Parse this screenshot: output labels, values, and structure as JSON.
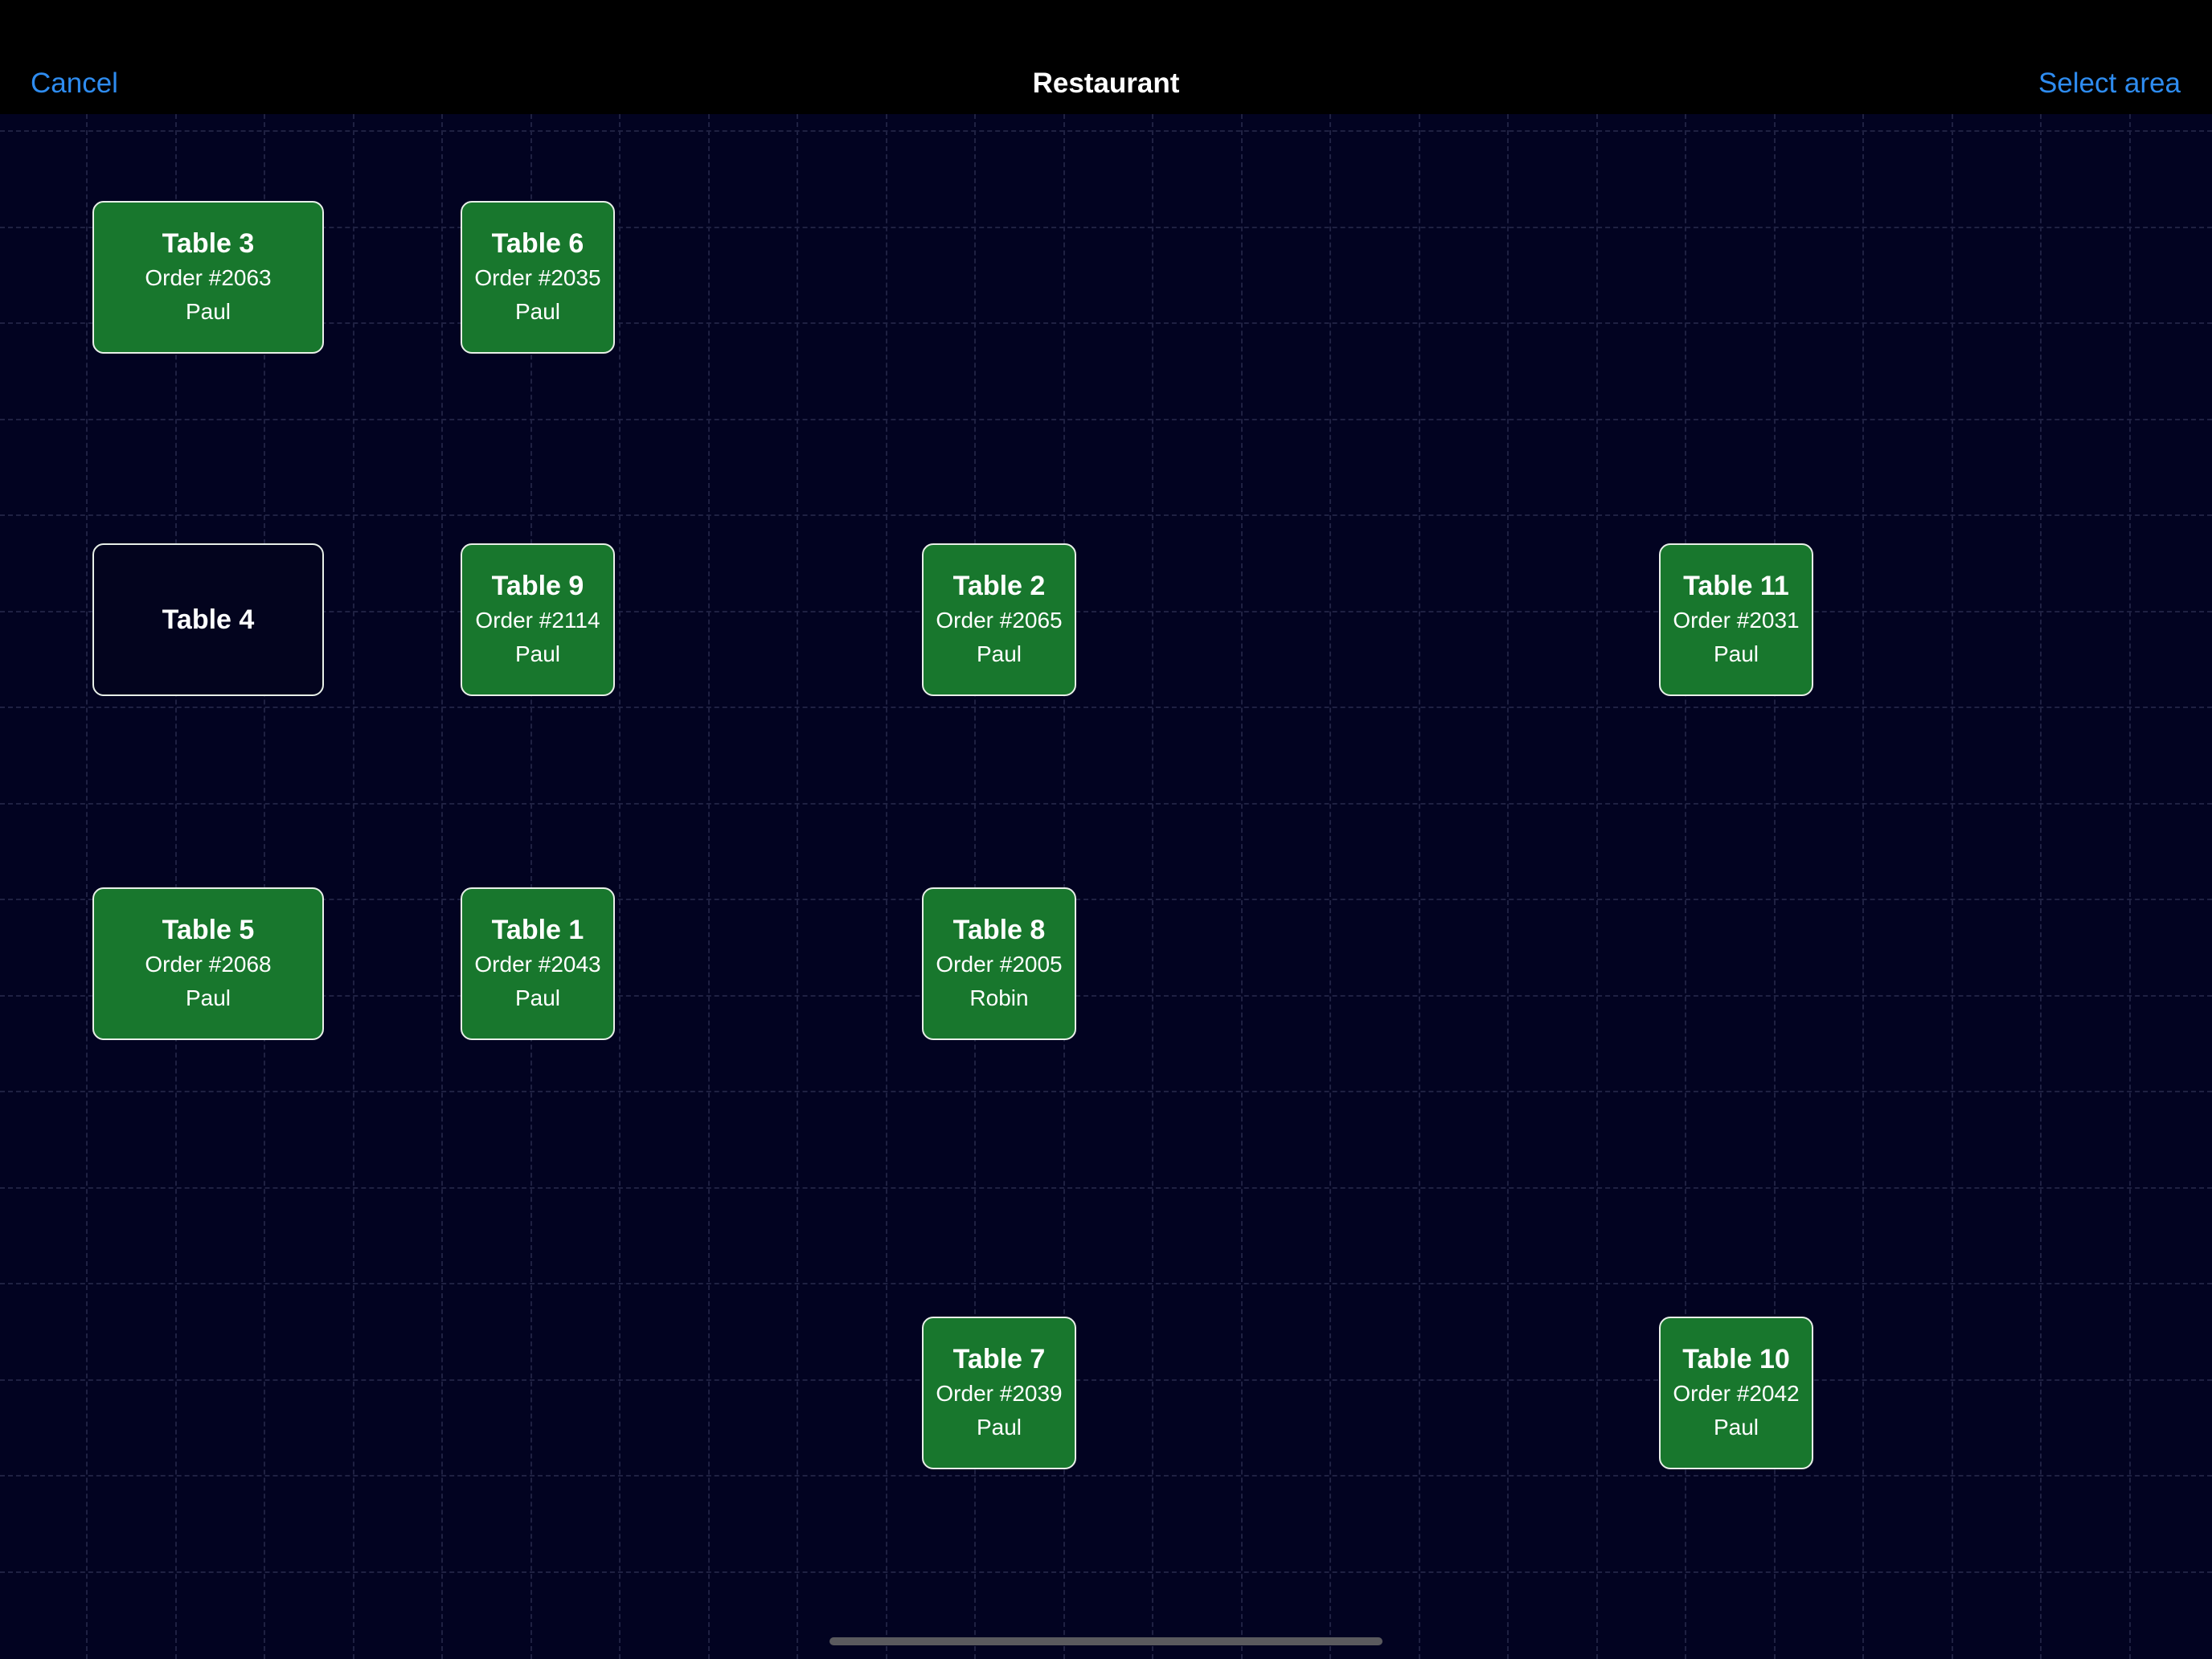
{
  "navbar": {
    "cancel_label": "Cancel",
    "title": "Restaurant",
    "select_area_label": "Select area"
  },
  "colors": {
    "accent": "#2e8cf0",
    "occupied_table": "#18772d",
    "empty_table": "#03041e",
    "floor_background": "#020321"
  },
  "tables": [
    {
      "name": "Table 3",
      "order": "Order #2063",
      "server": "Paul",
      "occupied": true
    },
    {
      "name": "Table 6",
      "order": "Order #2035",
      "server": "Paul",
      "occupied": true
    },
    {
      "name": "Table 4",
      "order": "",
      "server": "",
      "occupied": false
    },
    {
      "name": "Table 9",
      "order": "Order #2114",
      "server": "Paul",
      "occupied": true
    },
    {
      "name": "Table 2",
      "order": "Order #2065",
      "server": "Paul",
      "occupied": true
    },
    {
      "name": "Table 11",
      "order": "Order #2031",
      "server": "Paul",
      "occupied": true
    },
    {
      "name": "Table 5",
      "order": "Order #2068",
      "server": "Paul",
      "occupied": true
    },
    {
      "name": "Table 1",
      "order": "Order #2043",
      "server": "Paul",
      "occupied": true
    },
    {
      "name": "Table 8",
      "order": "Order #2005",
      "server": "Robin",
      "occupied": true
    },
    {
      "name": "Table 7",
      "order": "Order #2039",
      "server": "Paul",
      "occupied": true
    },
    {
      "name": "Table 10",
      "order": "Order #2042",
      "server": "Paul",
      "occupied": true
    }
  ]
}
